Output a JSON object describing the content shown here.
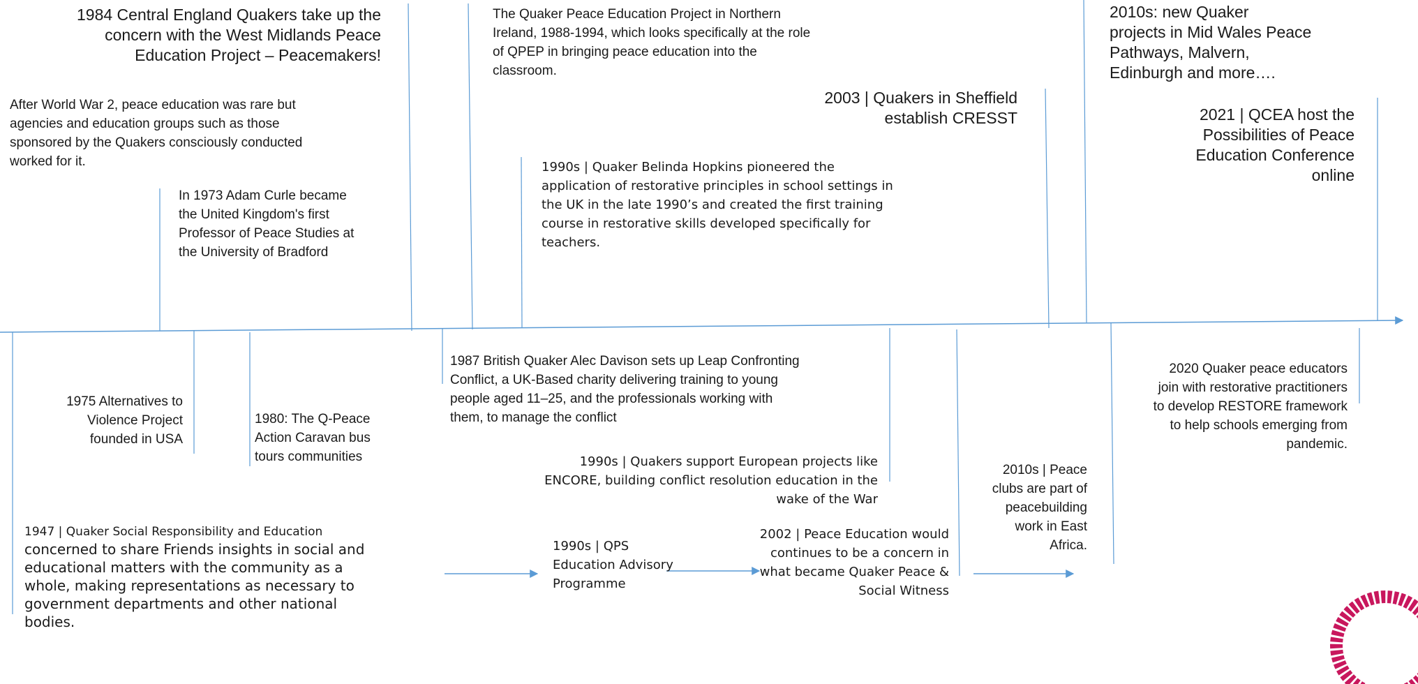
{
  "colors": {
    "line": "#5b9bd5",
    "text": "#1a1a1a",
    "logo": "#c8175d"
  },
  "events": {
    "e1984": "1984 Central England Quakers take up the\nconcern with the West Midlands Peace\nEducation Project – Peacemakers!",
    "ww2": "After World War 2, peace education was rare but\nagencies and education groups such as those\nsponsored by the Quakers consciously conducted\nworked for it.",
    "e1973": "In 1973 Adam Curle became\nthe United Kingdom's first\nProfessor of Peace Studies at\nthe University of Bradford",
    "qpep": "The Quaker Peace Education Project in Northern\nIreland, 1988-1994, which looks specifically at the role\nof QPEP in bringing peace education into the\nclassroom.",
    "e1990hopkins": "1990s | Quaker Belinda Hopkins pioneered the\napplication of restorative principles in school settings in\nthe UK in the late 1990’s and created the first training\ncourse in restorative skills developed specifically for\nteachers.",
    "e2003": "2003 | Quakers in Sheffield\nestablish CRESST",
    "e2010wales": "2010s: new Quaker\nprojects in Mid Wales Peace\nPathways, Malvern,\nEdinburgh and more….",
    "e2021": "2021 | QCEA host the\nPossibilities of Peace\nEducation Conference\nonline",
    "e1975": "1975 Alternatives to\nViolence Project\nfounded in USA",
    "e1980": "1980: The Q-Peace\nAction Caravan  bus\ntours communities",
    "e1987": " 1987 British Quaker Alec Davison sets up Leap Confronting\nConflict, a UK-Based charity delivering training to young\npeople aged 11–25, and the professionals working with\nthem, to manage the conflict",
    "e1990encore": "1990s | Quakers support  European projects like\nENCORE, building conflict resolution education in the\nwake of the War",
    "e2010africa": "2010s | Peace\nclubs are part of\npeacebuilding\nwork in East\nAfrica.",
    "e2020": "2020 Quaker peace educators\njoin with restorative practitioners\nto develop RESTORE framework\nto help schools emerging from\npandemic.",
    "e1947_head": "1947 | Quaker Social Responsibility and Education",
    "e1947_body": "concerned to share Friends insights in social and\neducational matters with the community as a\nwhole, making representations as necessary to\ngovernment departments and other national\nbodies.",
    "e1990qps": "1990s | QPS\nEducation Advisory\nProgramme",
    "e2002": "2002 | Peace Education would\ncontinues to be a concern in\nwhat became Quaker Peace &\nSocial Witness"
  }
}
